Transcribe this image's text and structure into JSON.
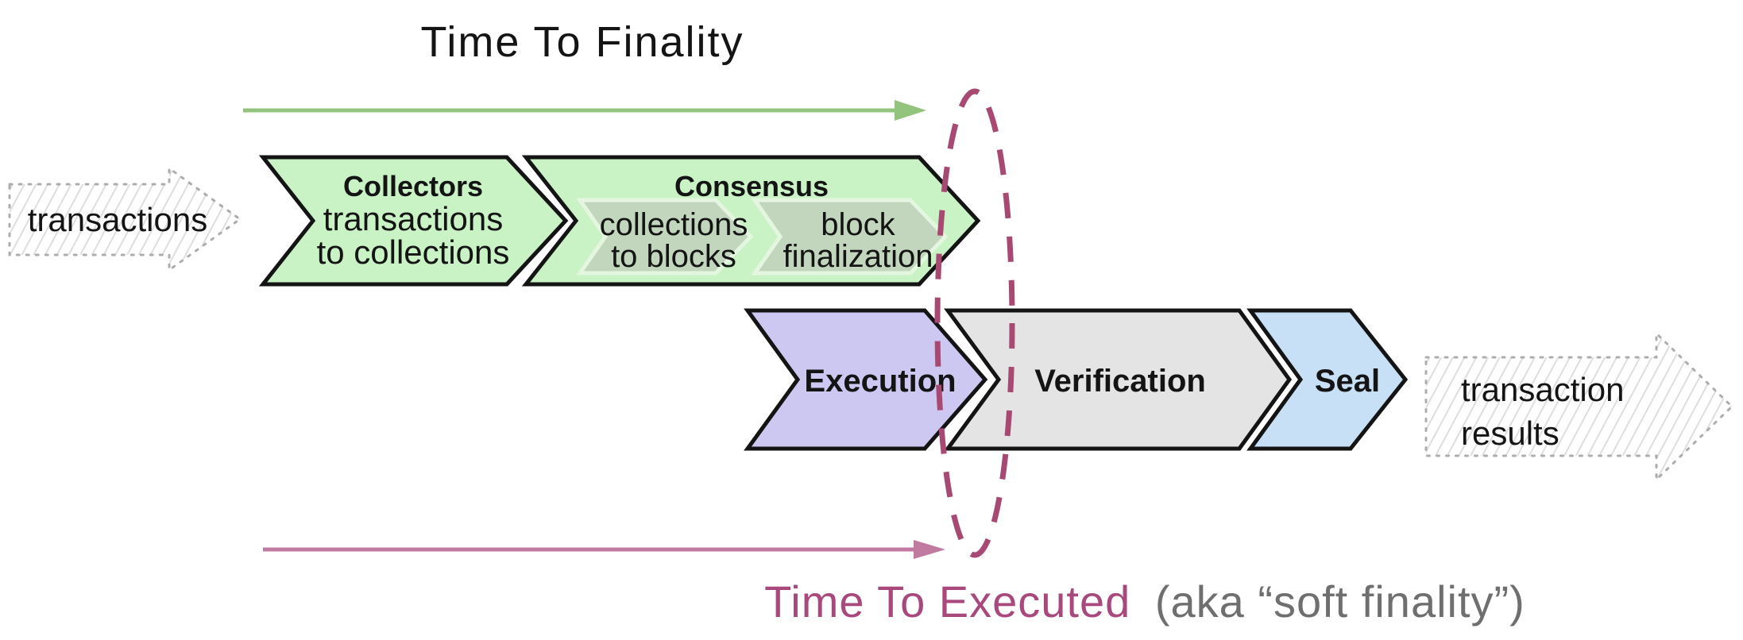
{
  "annotations": {
    "finality_label": "Time To Finality",
    "executed_label": "Time To Executed",
    "executed_suffix": "(aka “soft finality”)"
  },
  "io": {
    "input_label": "transactions",
    "output_label_line1": "transaction",
    "output_label_line2": "results"
  },
  "stages": {
    "collectors": {
      "title": "Collectors",
      "line1": "transactions",
      "line2": "to collections"
    },
    "consensus": {
      "title": "Consensus",
      "sub_collections": {
        "line1": "collections",
        "line2": "to blocks"
      },
      "sub_block": {
        "line1": "block",
        "line2": "finalization"
      }
    },
    "execution": {
      "title": "Execution"
    },
    "verification": {
      "title": "Verification"
    },
    "seal": {
      "title": "Seal"
    }
  },
  "colors": {
    "title_green": "#67a852",
    "arrow_green": "#93c47d",
    "stage_green": "#c9f2c5",
    "substage_gray_green": "#c2d5bd",
    "stage_purple": "#ccc8f1",
    "stage_gray": "#e4e4e4",
    "stage_blue": "#c7e0f5",
    "arrow_pink": "#c27ba0",
    "ellipse_pink": "#a84974",
    "title_pink": "#a8487c",
    "suffix_gray": "#6f6f6f",
    "sketch_text": "#484848",
    "sketch_border": "#adadad",
    "hatch_gray": "#dedede"
  }
}
